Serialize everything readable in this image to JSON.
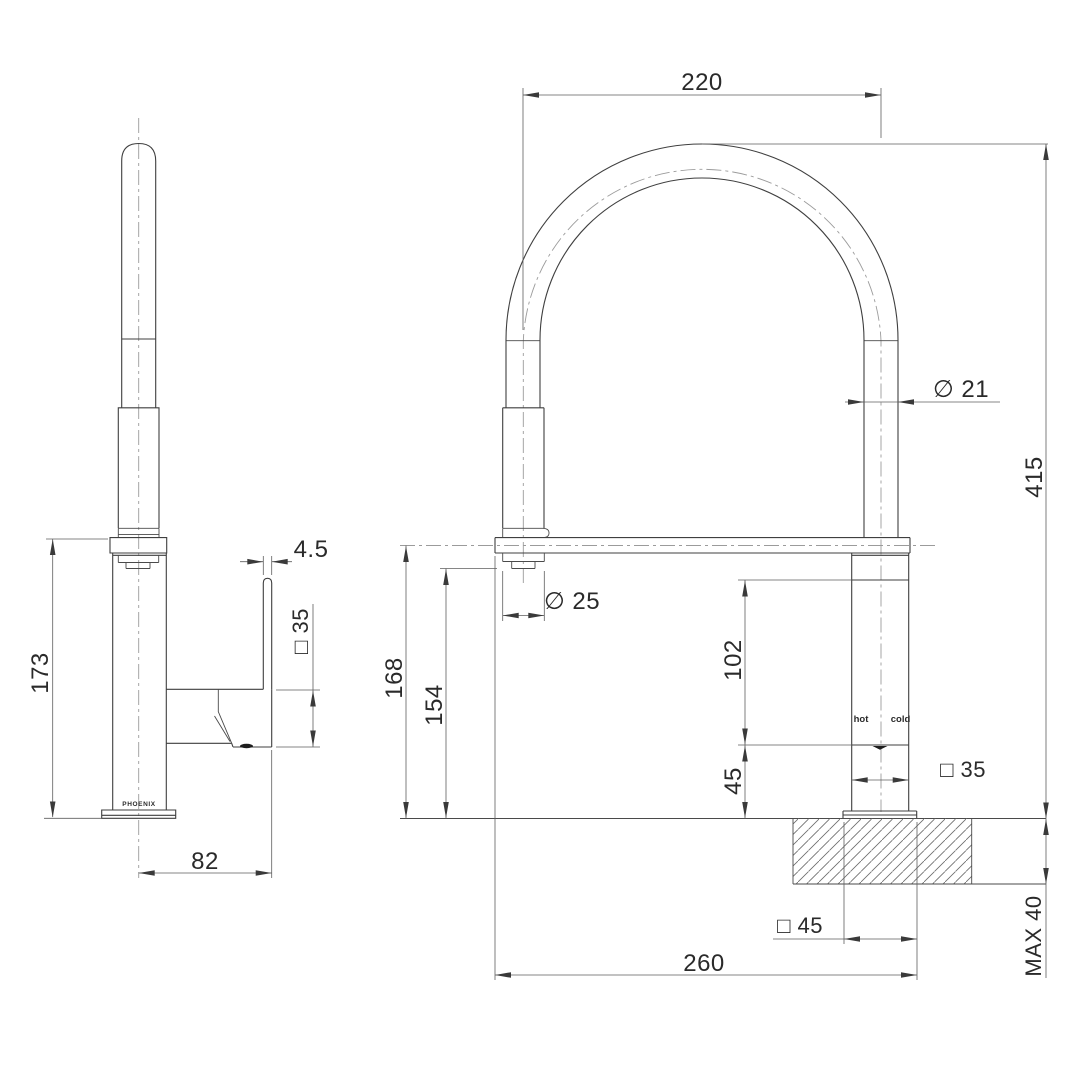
{
  "drawing_title": "kitchen-sink-mixer-dimension-drawing",
  "colors": {
    "background": "#ffffff",
    "object_line": "#3f3f3f",
    "dimension_line": "#5f5f5f",
    "centerline": "#9b9b9b",
    "text": "#2a2a2a",
    "hatch": "#6b6b6b"
  },
  "side_view": {
    "brand_label": "PHOENIX",
    "dims": {
      "overall_height": "173",
      "spout_reach": "82",
      "lever_width": "4.5",
      "handle_square": "□ 35"
    }
  },
  "front_view": {
    "dims": {
      "arc_width": "220",
      "hose_diameter": "∅ 21",
      "overall_height": "415",
      "spray_diameter": "∅ 25",
      "deck_height": "168",
      "outlet_height": "154",
      "upper_body": "102",
      "lower_body": "45",
      "body_square": "□ 35",
      "base_square": "□ 45",
      "overall_width": "260",
      "max_bench_thickness": "MAX 40"
    },
    "markings": {
      "hot": "hot",
      "cold": "cold"
    }
  }
}
